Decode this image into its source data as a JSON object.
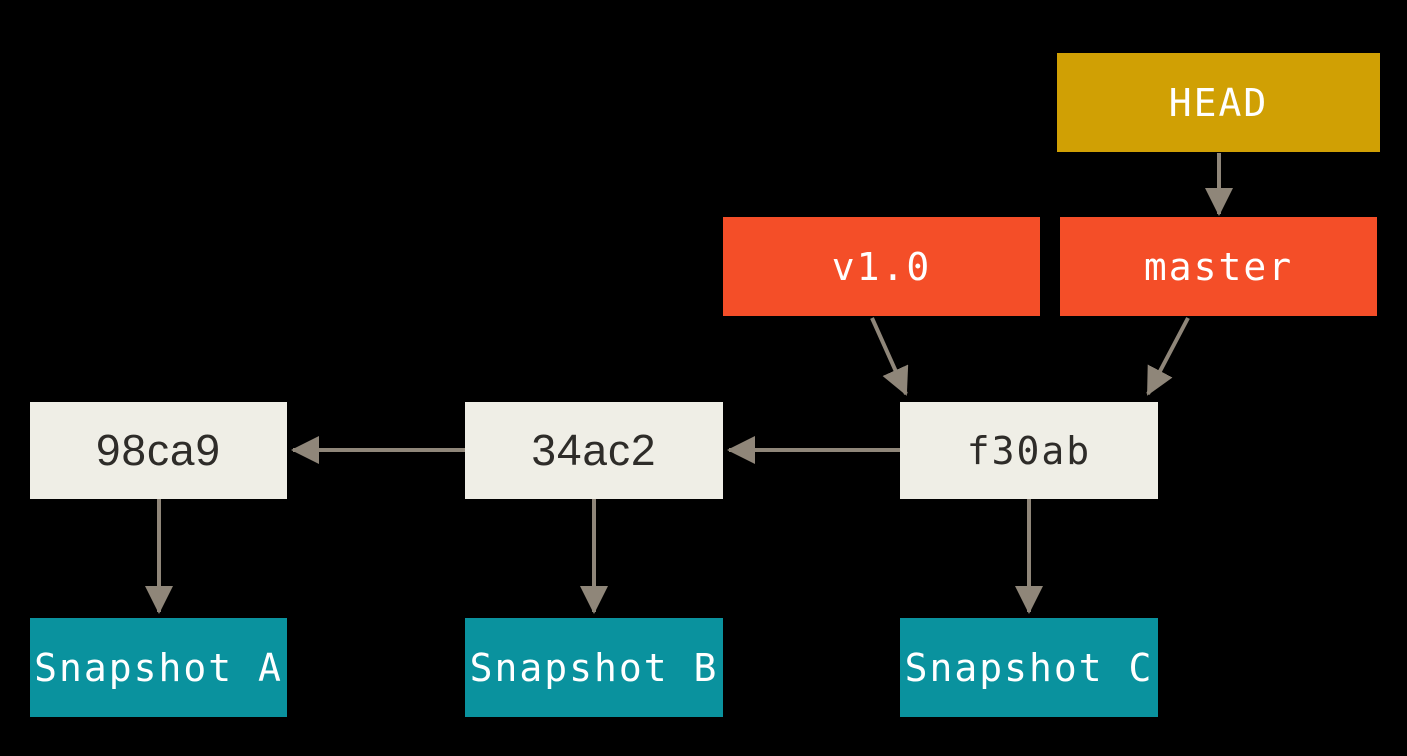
{
  "diagram": {
    "head_ref": {
      "label": "HEAD"
    },
    "tag_ref": {
      "label": "v1.0"
    },
    "branch_ref": {
      "label": "master"
    },
    "commits": [
      {
        "id": "98ca9"
      },
      {
        "id": "34ac2"
      },
      {
        "id": "f30ab"
      }
    ],
    "snapshots": [
      {
        "label": "Snapshot A"
      },
      {
        "label": "Snapshot B"
      },
      {
        "label": "Snapshot C"
      }
    ],
    "colors": {
      "background": "#000000",
      "head": "#D0A004",
      "branch": "#F44E28",
      "commit": "#EFEEE6",
      "snapshot": "#0A929E",
      "arrow": "#8F8679",
      "commit_text": "#2E2C29",
      "box_text": "#FFFFFF"
    }
  }
}
